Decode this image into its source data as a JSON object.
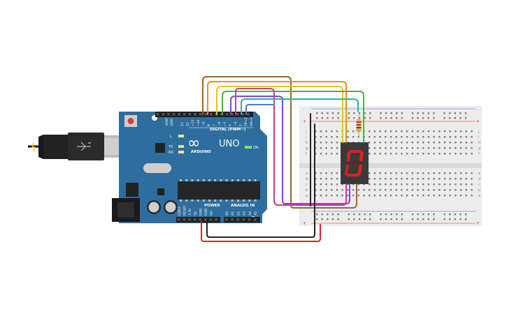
{
  "board": {
    "brand": "ARDUINO",
    "model": "UNO",
    "logo_symbol": "∞",
    "digital_header_label": "DIGITAL (PWM~)",
    "power_label": "POWER",
    "analog_label": "ANALOG IN",
    "on_label": "ON",
    "led_labels": [
      "L",
      "TX",
      "RX"
    ],
    "aref_labels": [
      "AREF",
      "GND"
    ],
    "digital_pin_labels": [
      "13",
      "12",
      "~11",
      "~10",
      "~9",
      "8",
      "7",
      "~6",
      "~5",
      "4",
      "~3",
      "2",
      "TX→1",
      "RX←0"
    ],
    "power_pin_labels": [
      "IOREF",
      "RESET",
      "3.3V",
      "5V",
      "GND",
      "GND",
      "Vin"
    ],
    "analog_pin_labels": [
      "A0",
      "A1",
      "A2",
      "A3",
      "A4",
      "A5"
    ]
  },
  "display": {
    "shown_digit": "0"
  },
  "breadboard": {
    "row_letters_top": [
      "j",
      "i",
      "h",
      "g",
      "f"
    ],
    "row_letters_bottom": [
      "e",
      "d",
      "c",
      "b",
      "a"
    ],
    "rail_signs": [
      "+",
      "-"
    ]
  },
  "colors": {
    "board_blue": "#2d6e9e",
    "board_blue_dark": "#1f5380",
    "wire_brown": "#a0662a",
    "wire_orange": "#f08c1e",
    "wire_yellow": "#e6c619",
    "wire_green": "#4cb43c",
    "wire_purple": "#8d3fd6",
    "wire_magenta": "#c83c9c",
    "wire_teal": "#2cb3a8",
    "wire_blue": "#4a7bd8",
    "wire_red": "#e0222a",
    "wire_black": "#222222",
    "segment_on": "#e0201f",
    "breadboard": "#ececec"
  }
}
